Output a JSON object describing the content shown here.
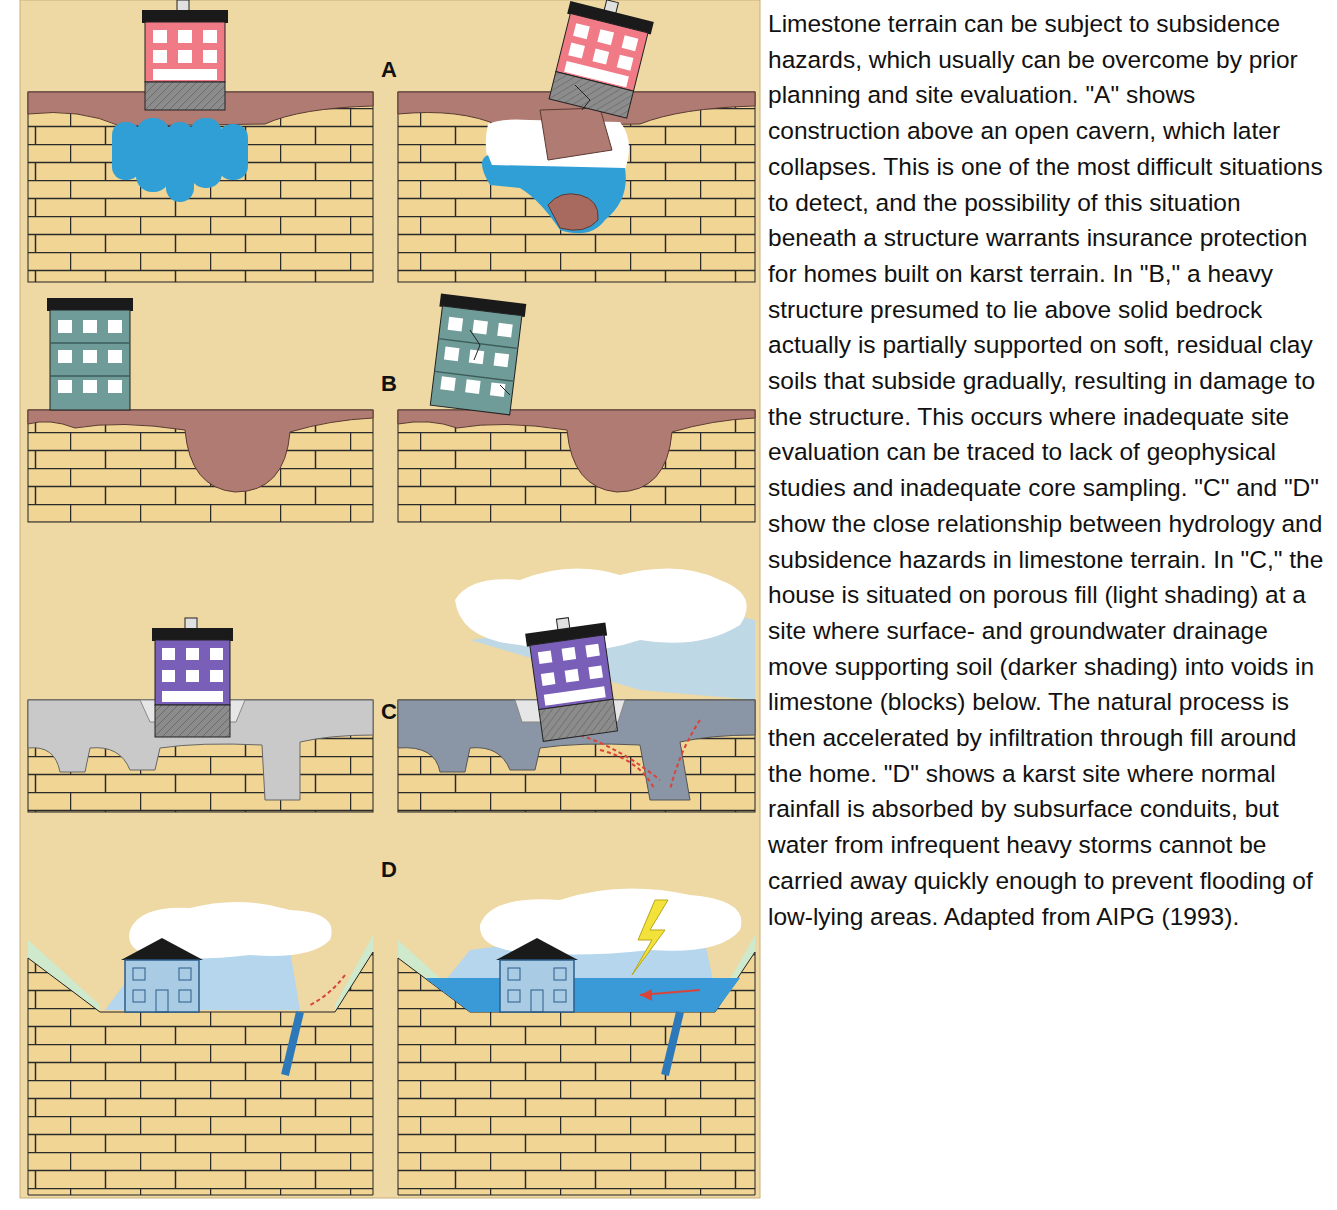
{
  "diagram": {
    "caption": "Limestone terrain can be subject to subsidence hazards, which usually can be overcome by prior planning and site evaluation. \"A\" shows construction above an open cavern, which later collapses. This is one of the most difficult situations to detect, and the possibility of this situation beneath a structure warrants insurance protection for homes built on karst terrain. In \"B,\" a heavy structure presumed to lie above solid bedrock actually is partially supported on soft, residual clay soils that subside gradually, resulting in damage to the structure. This occurs where inadequate site evaluation can be traced to lack of geophysical studies and inadequate core sampling. \"C\" and \"D\" show the close relationship between hydrology and subsidence hazards in limestone terrain. In \"C,\" the house is situated on porous fill (light shading) at a site where surface- and groundwater drainage move supporting soil (darker shading) into voids in limestone (blocks) below. The natural process is then accelerated by infiltration through fill around the home. \"D\" shows a karst site where normal rainfall is absorbed by subsurface conduits, but water from infrequent heavy storms cannot be carried away quickly enough to prevent flooding of low-lying areas. Adapted from AIPG (1993).",
    "labels": [
      "A",
      "B",
      "C",
      "D"
    ]
  }
}
